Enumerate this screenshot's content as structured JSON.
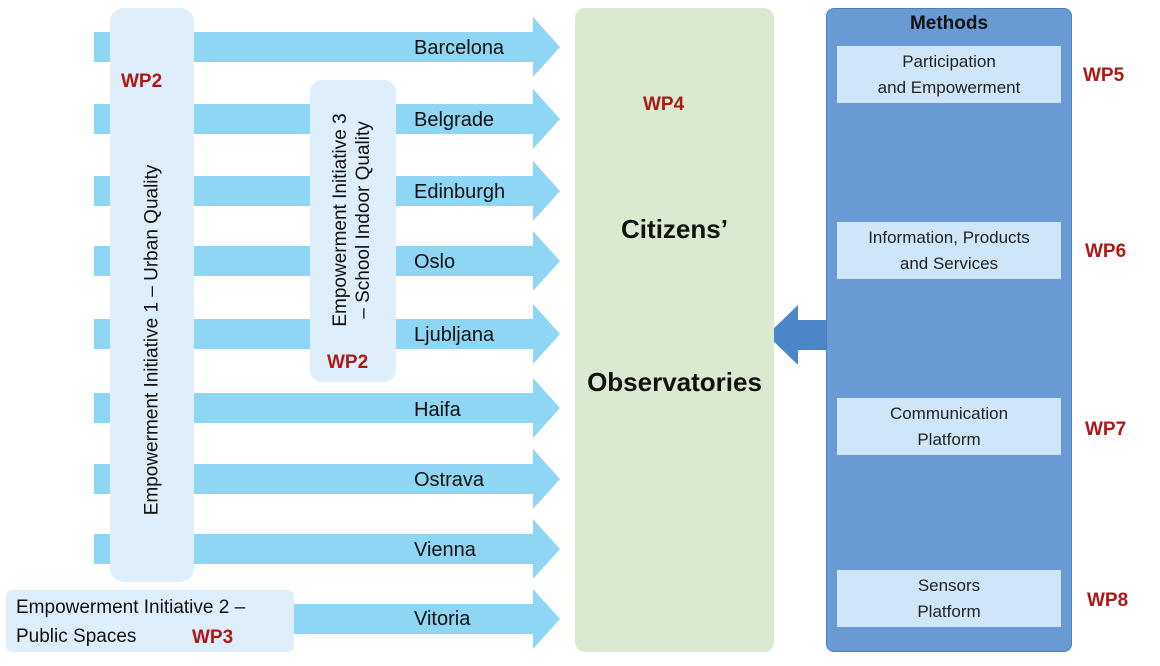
{
  "cities": [
    "Barcelona",
    "Belgrade",
    "Edinburgh",
    "Oslo",
    "Ljubljana",
    "Haifa",
    "Ostrava",
    "Vienna",
    "Vitoria"
  ],
  "initiative_1": {
    "label": "Empowerment Initiative 1 – Urban Quality",
    "wp": "WP2"
  },
  "initiative_3": {
    "line1": "Empowerment Initiative 3",
    "line2": "– School Indoor Quality",
    "wp": "WP2"
  },
  "initiative_2": {
    "line1": "Empowerment Initiative 2 –",
    "line2": "Public Spaces",
    "wp": "WP3"
  },
  "observatories": {
    "wp": "WP4",
    "line1": "Citizens’",
    "line2": "Observatories"
  },
  "methods": {
    "title": "Methods",
    "boxes": [
      {
        "line1": "Participation",
        "line2": "and Empowerment",
        "wp": "WP5"
      },
      {
        "line1": "Information, Products",
        "line2": "and Services",
        "wp": "WP6"
      },
      {
        "line1": "Communication",
        "line2": "Platform",
        "wp": "WP7"
      },
      {
        "line1": "Sensors",
        "line2": "Platform",
        "wp": "WP8"
      }
    ]
  },
  "colors": {
    "city_arrow": "#8fd6f5",
    "initiative_box": "#deeefa",
    "observatory_bg": "#d9ead0",
    "methods_bg": "#6a9ad4",
    "method_box": "#cfe6f8",
    "wp_label": "#b01818",
    "method_arrow": "#cfe6f8",
    "feedback_arrow": "#4a86c8"
  }
}
